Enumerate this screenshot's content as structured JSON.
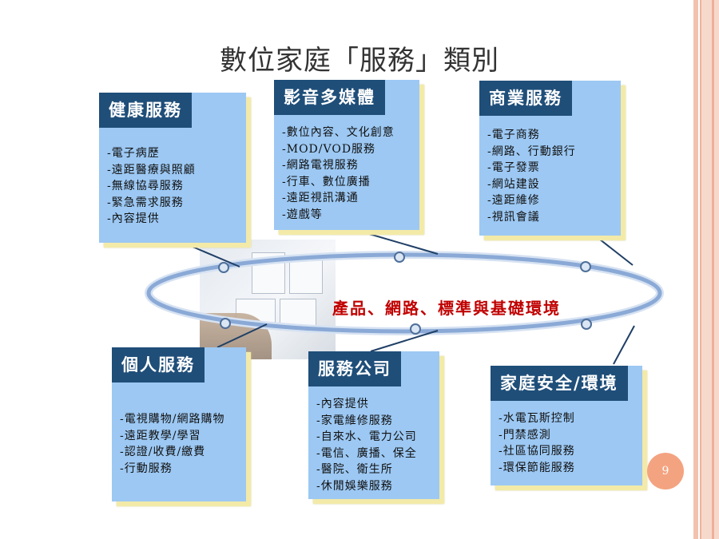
{
  "title": "數位家庭「服務」類別",
  "center_label": "產品、網路、標準與基礎環境",
  "page_number": "9",
  "colors": {
    "card_fill": "#9cc8f3",
    "card_header": "#1f4e79",
    "card_shadow": "#f3eaa8",
    "ellipse_stroke": "#8aa9d6",
    "center_label": "#c00000",
    "page_badge": "#f4a380"
  },
  "cards": {
    "health": {
      "header": "健康服務",
      "items": [
        "-電子病歷",
        "-遠距醫療與照顧",
        "-無線協尋服務",
        "-緊急需求服務",
        "-內容提供"
      ]
    },
    "media": {
      "header": "影音多媒體",
      "items": [
        "-數位內容、文化創意",
        "-MOD/VOD服務",
        "-網路電視服務",
        "-行車、數位廣播",
        "-遠距視訊溝通",
        "-遊戲等"
      ]
    },
    "business": {
      "header": "商業服務",
      "items": [
        "-電子商務",
        "-網路、行動銀行",
        "-電子發票",
        "-網站建設",
        "-遠距維修",
        "-視訊會議"
      ]
    },
    "personal": {
      "header": "個人服務",
      "items": [
        "-電視購物/網路購物",
        "-遠距教學/學習",
        "-認證/收費/繳費",
        "-行動服務"
      ]
    },
    "company": {
      "header": "服務公司",
      "items": [
        "-內容提供",
        "-家電維修服務",
        "-自來水、電力公司",
        "-電信、廣播、保全",
        "-醫院、衛生所",
        "-休閒娛樂服務"
      ]
    },
    "security": {
      "header": "家庭安全/環境",
      "items": [
        "-水電瓦斯控制",
        "-門禁感測",
        "-社區協同服務",
        "-環保節能服務"
      ]
    }
  }
}
